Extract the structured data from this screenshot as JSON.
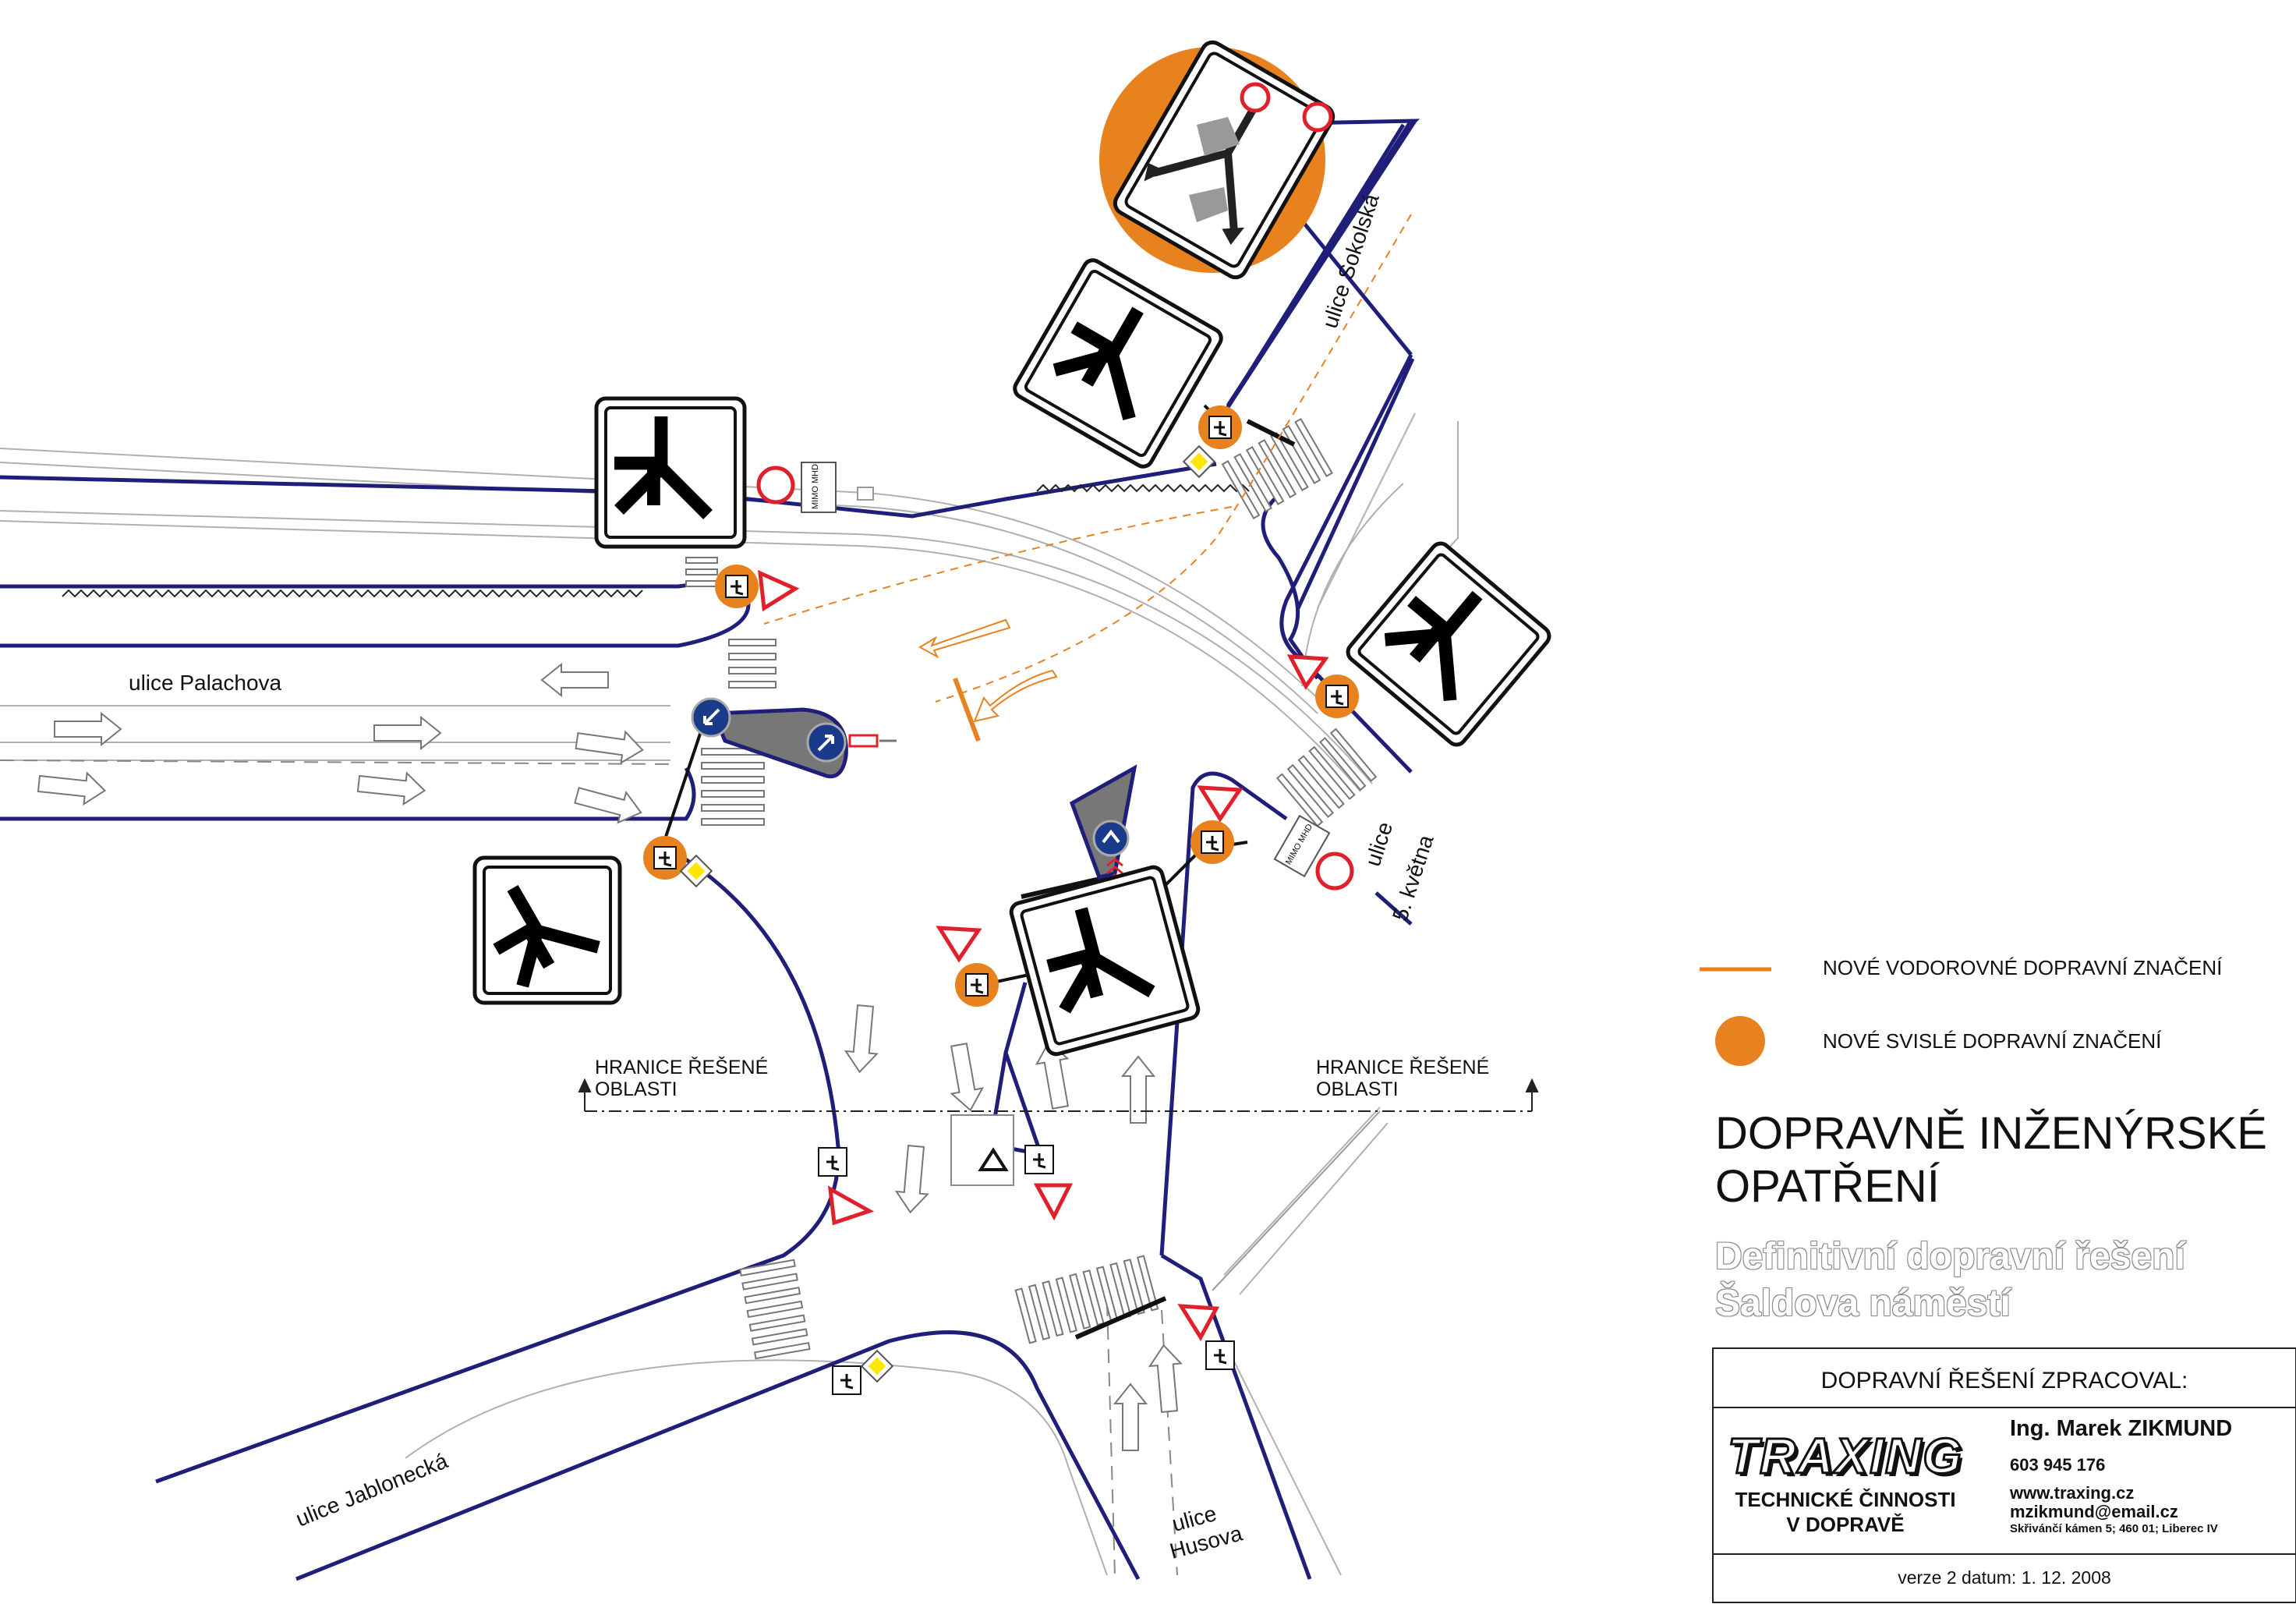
{
  "streets": {
    "palachova": "ulice Palachova",
    "sokolska": "ulice Sokolská",
    "petikvetna_line1": "ulice",
    "petikvetna_line2": "5. května",
    "jablonecka": "ulice Jablonecká",
    "husova_line1": "ulice",
    "husova_line2": "Husova"
  },
  "boundary": {
    "left_line1": "HRANICE ŘEŠENÉ",
    "left_line2": "OBLASTI",
    "right_line1": "HRANICE ŘEŠENÉ",
    "right_line2": "OBLASTI"
  },
  "signs": {
    "mimo_mhd_1": "MIMO MHD",
    "mimo_mhd_2": "MIMO MHD"
  },
  "legend": {
    "horizontal": "NOVÉ VODOROVNÉ DOPRAVNÍ ZNAČENÍ",
    "vertical": "NOVÉ SVISLÉ DOPRAVNÍ ZNAČENÍ"
  },
  "title": {
    "line1": "DOPRAVNĚ INŽENÝRSKÉ",
    "line2": "OPATŘENÍ",
    "sub1": "Definitivní dopravní řešení",
    "sub2": "Šaldova náměstí"
  },
  "credits": {
    "header": "DOPRAVNÍ ŘEŠENÍ ZPRACOVAL:",
    "logo": "TRAXING",
    "company_line1": "TECHNICKÉ ČINNOSTI",
    "company_line2": "V DOPRAVĚ",
    "name": "Ing. Marek ZIKMUND",
    "phone": "603 945 176",
    "web": "www.traxing.cz",
    "email": "mzikmund@email.cz",
    "address": "Skřivánčí kámen 5; 460 01; Liberec IV",
    "version": "verze 2  datum: 1. 12. 2008"
  },
  "colors": {
    "curb": "#1f1f7a",
    "orange": "#e8821e",
    "red": "#e0202a",
    "grey": "#777777",
    "light_grey": "#b8b8b8",
    "sign_blue": "#1a3a8a"
  }
}
